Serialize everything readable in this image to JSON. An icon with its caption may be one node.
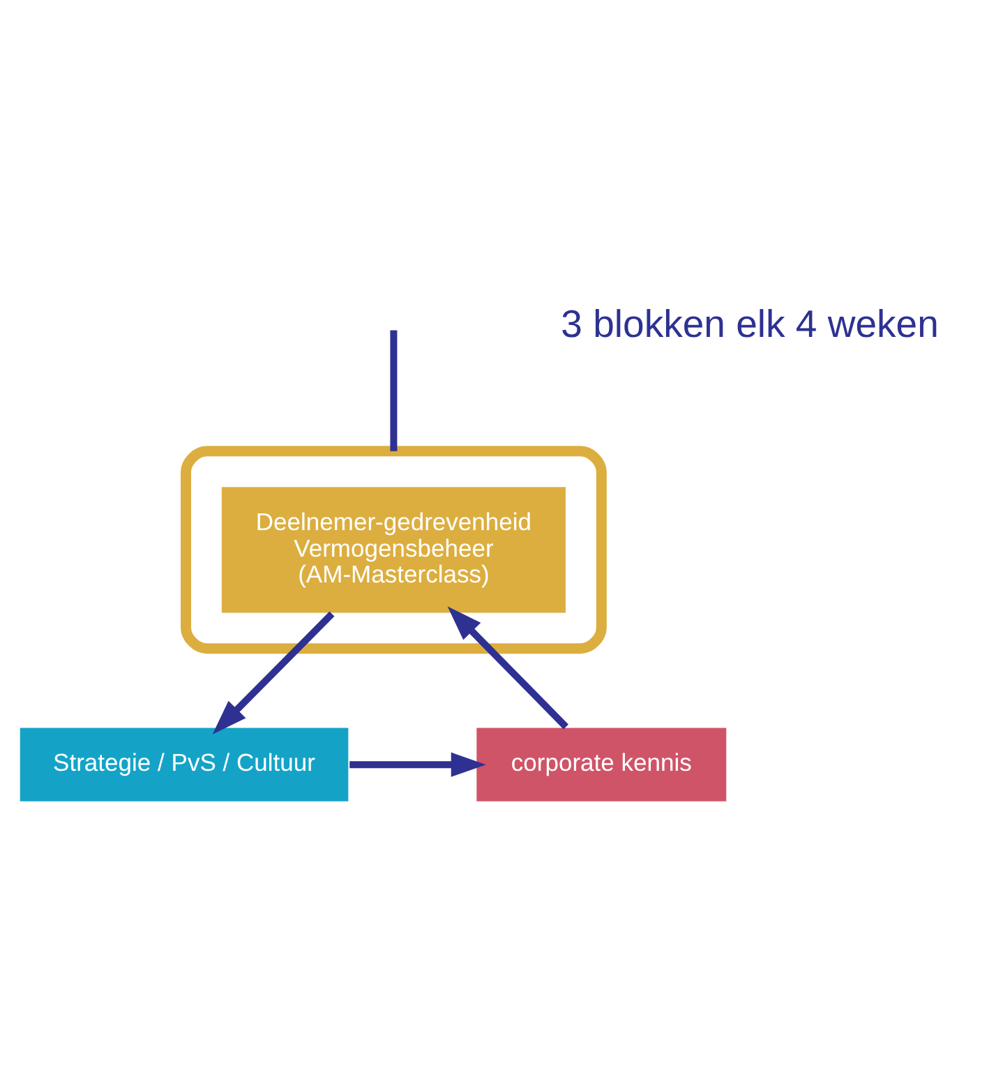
{
  "diagram": {
    "nodes": [
      {
        "text": [],
        "shape": "ellipse"
      },
      {
        "text": [
          "Deelnemer-gedrevenheid",
          "Vermogensbeheer",
          "(AM-Masterclass)"
        ],
        "in": 0
      },
      {
        "text": [
          "Strategie / PvS / Cultuur"
        ]
      },
      {
        "text": [
          "corporate kennis"
        ]
      }
    ],
    "edges": [
      {
        "from": null,
        "to": 0,
        "arrow": "none"
      },
      {
        "from": 1,
        "to": 2,
        "arrow": "to"
      },
      {
        "from": 2,
        "to": 3,
        "arrow": "to"
      },
      {
        "from": 3,
        "to": 1,
        "arrow": "to"
      }
    ],
    "labels": [
      "3 blokken elk 4 weken"
    ]
  }
}
